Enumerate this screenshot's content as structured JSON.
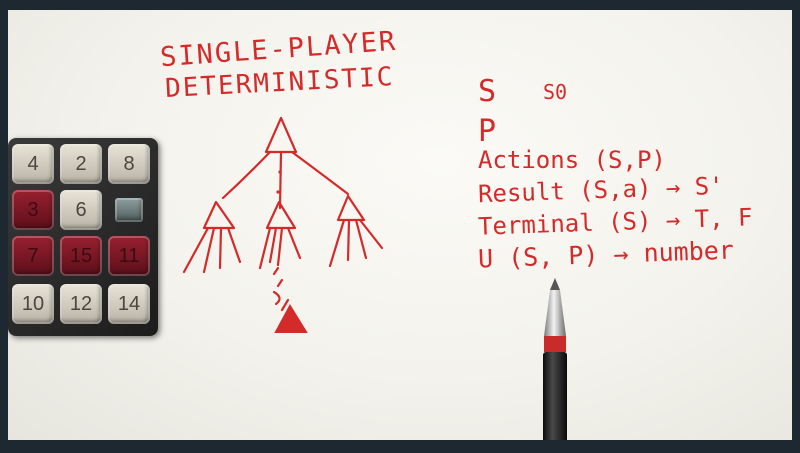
{
  "whiteboard": {
    "title_line1": "SINGLE-PLAYER",
    "title_line2": "DETERMINISTIC",
    "notes": {
      "s_label": "S",
      "s0_label": "S0",
      "p_label": "P",
      "actions": "Actions (S,P)",
      "result": "Result (S,a) → S'",
      "terminal": "Terminal (S) → T, F",
      "utility": "U (S, P) → number"
    },
    "ink_color": "#d42a2a"
  },
  "puzzle": {
    "tiles": [
      "4",
      "2",
      "8",
      "3",
      "6",
      "",
      "7",
      "15",
      "11",
      "10",
      "12",
      "14"
    ]
  }
}
